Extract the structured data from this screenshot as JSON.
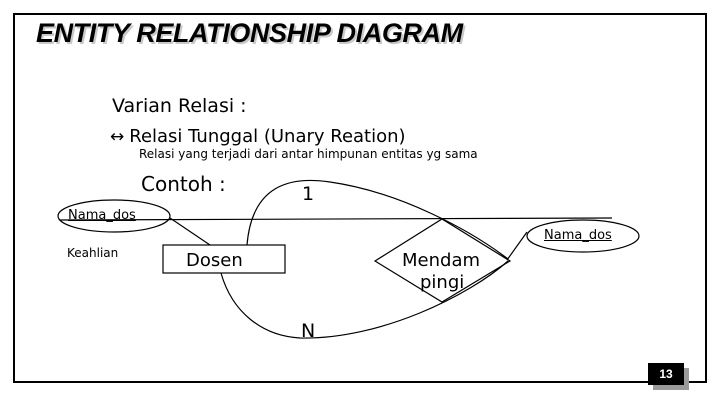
{
  "slide": {
    "title": "ENTITY RELATIONSHIP DIAGRAM",
    "page_number": "13",
    "heading": "Varian Relasi :",
    "bullet_glyph": "↔",
    "bullet_text": "Relasi Tunggal (Unary Reation)",
    "description": "Relasi yang terjadi dari antar himpunan entitas yg sama",
    "example_label": "Contoh :"
  },
  "diagram": {
    "entity": "Dosen",
    "relationship_line1": "Mendam",
    "relationship_line2": "pingi",
    "attribute_left": "Nama_dos",
    "attribute_right": "Nama_dos",
    "attribute_plain": "Keahlian",
    "cardinality_one": "1",
    "cardinality_many": "N"
  },
  "colors": {
    "stroke": "#000000",
    "background": "#ffffff",
    "title_shadow": "#c9c9c9",
    "badge_background": "#000000",
    "badge_text": "#ffffff",
    "badge_shadow": "#9a9a9a"
  }
}
